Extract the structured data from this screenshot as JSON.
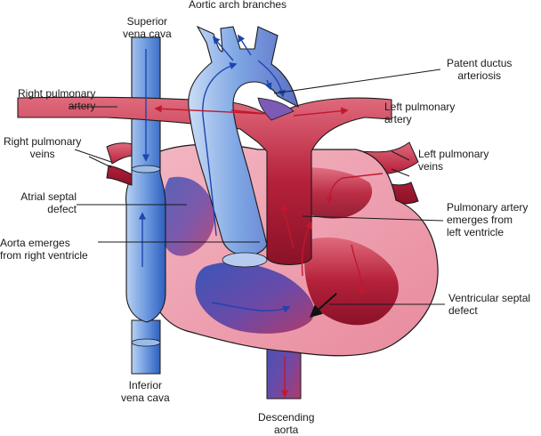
{
  "labels": {
    "aortic_arch_branches": [
      "Aortic arch branches"
    ],
    "superior_vena_cava": [
      "Superior",
      "vena cava"
    ],
    "patent_ductus_arteriosis": [
      "Patent ductus",
      "arteriosis"
    ],
    "right_pulmonary_artery": [
      "Right pulmonary",
      "artery"
    ],
    "left_pulmonary_artery": [
      "Left pulmonary",
      "artery"
    ],
    "right_pulmonary_veins": [
      "Right pulmonary",
      "veins"
    ],
    "left_pulmonary_veins": [
      "Left pulmonary",
      "veins"
    ],
    "atrial_septal_defect": [
      "Atrial septal",
      "defect"
    ],
    "pulmonary_artery_emerges": [
      "Pulmonary artery",
      "emerges from",
      "left ventricle"
    ],
    "aorta_emerges": [
      "Aorta emerges",
      "from right ventricle"
    ],
    "ventricular_septal_defect": [
      "Ventricular septal",
      "defect"
    ],
    "inferior_vena_cava": [
      "Inferior",
      "vena cava"
    ],
    "descending_aorta": [
      "Descending",
      "aorta"
    ]
  },
  "colors": {
    "oxygenated": "#c8283c",
    "deoxygenated": "#2a5fc0",
    "heart_wall": "#f1a9b6",
    "heart_wall_dark": "#d97a8d",
    "outline": "#1a1a1a"
  }
}
